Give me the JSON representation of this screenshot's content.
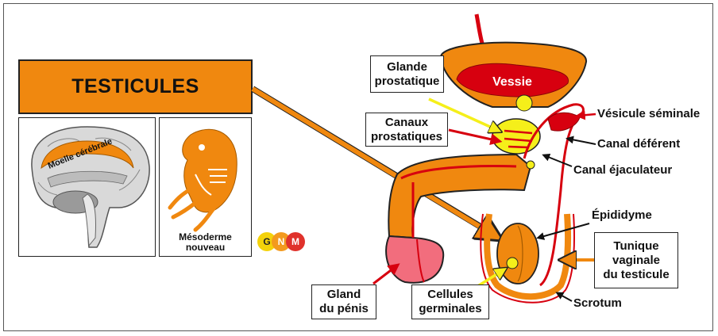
{
  "title": "TESTICULES",
  "brain_panel": {
    "label": "Moelle cérébrale"
  },
  "embryo_panel": {
    "label_line1": "Mésoderme",
    "label_line2": "nouveau"
  },
  "logo": {
    "g": "G",
    "n": "N",
    "m": "M"
  },
  "labels": {
    "vessie": "Vessie",
    "glande_line1": "Glande",
    "glande_line2": "prostatique",
    "canaux_line1": "Canaux",
    "canaux_line2": "prostatiques",
    "vesicule": "Vésicule séminale",
    "canal_deferent": "Canal déférent",
    "canal_ejaculateur": "Canal éjaculateur",
    "epididyme": "Épididyme",
    "tunique_line1": "Tunique",
    "tunique_line2": "vaginale",
    "tunique_line3": "du testicule",
    "gland_line1": "Gland",
    "gland_line2": "du pénis",
    "cellules_line1": "Cellules",
    "cellules_line2": "germinales",
    "scrotum": "Scrotum"
  },
  "colors": {
    "orange": "#f0880f",
    "red": "#d7000f",
    "yellow": "#f5ef1a",
    "pink": "#f26d7d",
    "gnm_yellow": "#f4d20a",
    "gnm_orange": "#f39a1e",
    "gnm_red": "#e0322c"
  }
}
